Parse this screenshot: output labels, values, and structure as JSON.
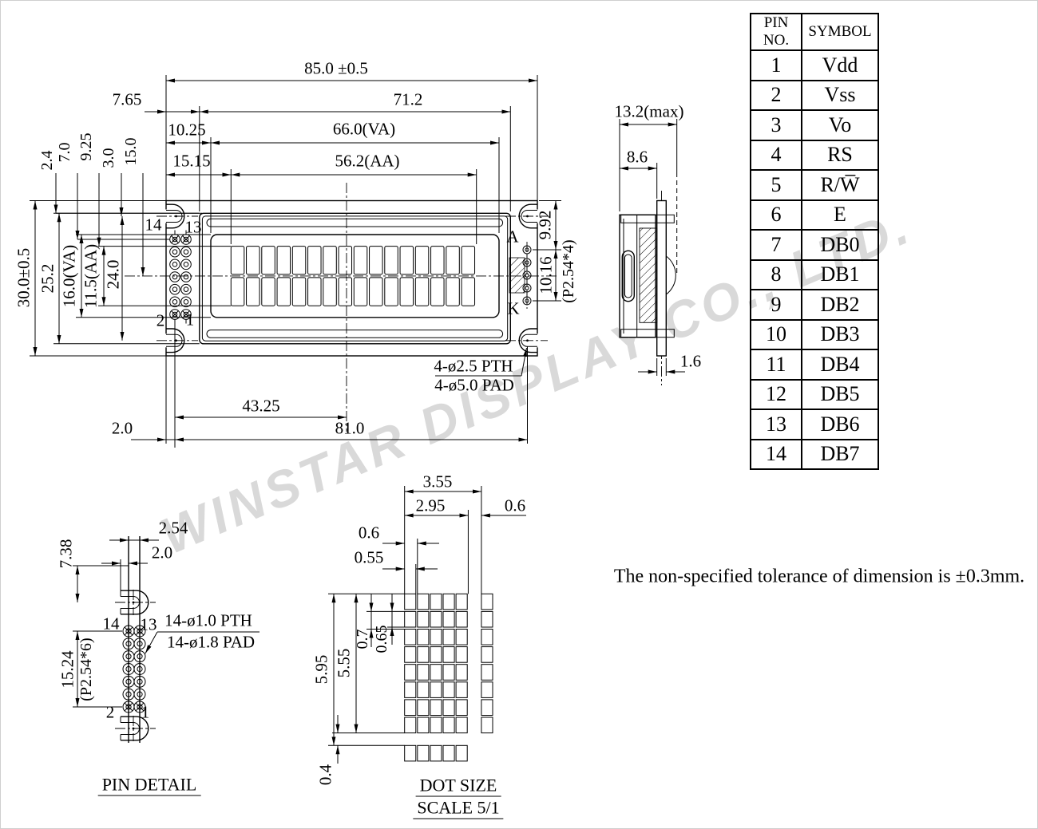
{
  "watermark": "WINSTAR DISPLAY CO., LTD.",
  "note": "The non-specified tolerance of dimension is ±0.3mm.",
  "pin_table": {
    "headers": {
      "pin_no": "PIN NO.",
      "symbol": "SYMBOL"
    },
    "rows": [
      {
        "pin": "1",
        "symbol": "Vdd"
      },
      {
        "pin": "2",
        "symbol": "Vss"
      },
      {
        "pin": "3",
        "symbol": "Vo"
      },
      {
        "pin": "4",
        "symbol": "RS"
      },
      {
        "pin": "5",
        "symbol": "R/W̅"
      },
      {
        "pin": "6",
        "symbol": "E"
      },
      {
        "pin": "7",
        "symbol": "DB0"
      },
      {
        "pin": "8",
        "symbol": "DB1"
      },
      {
        "pin": "9",
        "symbol": "DB2"
      },
      {
        "pin": "10",
        "symbol": "DB3"
      },
      {
        "pin": "11",
        "symbol": "DB4"
      },
      {
        "pin": "12",
        "symbol": "DB5"
      },
      {
        "pin": "13",
        "symbol": "DB6"
      },
      {
        "pin": "14",
        "symbol": "DB7"
      }
    ]
  },
  "front_view": {
    "dims": {
      "overall_width": "85.0 ±0.5",
      "bezel_width": "71.2",
      "va_width": "66.0(VA)",
      "aa_width": "56.2(AA)",
      "bezel_offset_x": "7.65",
      "va_offset_x": "10.25",
      "aa_offset_x": "15.15",
      "overall_height": "30.0±0.5",
      "bezel_height": "25.2",
      "va_height": "16.0(VA)",
      "aa_height": "11.5(AA)",
      "hole_pitch_y": "24.0",
      "edge_to_bezel": "2.4",
      "edge_to_pin": "7.0",
      "edge_to_aa": "9.25",
      "edge_to_hole": "3.0",
      "edge_to_center": "15.0",
      "pin_to_center": "43.25",
      "pin_edge_offset": "2.0",
      "hole_pitch_x": "81.0",
      "backlight_pin_offset": "9.92",
      "backlight_pin_span": "10.16",
      "backlight_pin_pitch": "(P2.54*4)"
    },
    "labels": {
      "pin14": "14",
      "pin13": "13",
      "pin2": "2",
      "pin1": "1",
      "anode": "A",
      "cathode": "K"
    },
    "callout": {
      "hole": "4-ø2.5 PTH",
      "pad": "4-ø5.0 PAD"
    }
  },
  "side_view": {
    "dims": {
      "depth_max": "13.2(max)",
      "module_depth": "8.6",
      "pcb_thickness": "1.6"
    }
  },
  "pin_detail": {
    "title": "PIN DETAIL",
    "dims": {
      "pad_pitch": "2.54",
      "pad_edge": "2.0",
      "hole_offset": "7.38",
      "pin_span": "15.24",
      "pin_pitch": "(P2.54*6)"
    },
    "labels": {
      "pin14": "14",
      "pin13": "13",
      "pin2": "2",
      "pin1": "1"
    },
    "callout": {
      "hole": "14-ø1.0 PTH",
      "pad": "14-ø1.8 PAD"
    }
  },
  "dot_size": {
    "title": "DOT SIZE",
    "scale": "SCALE 5/1",
    "dims": {
      "char_pitch_x": "3.55",
      "char_width": "2.95",
      "char_gap_x": "0.6",
      "dot_pitch_x": "0.6",
      "dot_width": "0.55",
      "char_pitch_y": "5.95",
      "char_height": "5.55",
      "dot_pitch_y": "0.7",
      "dot_height": "0.65",
      "char_gap_y": "0.4"
    }
  }
}
